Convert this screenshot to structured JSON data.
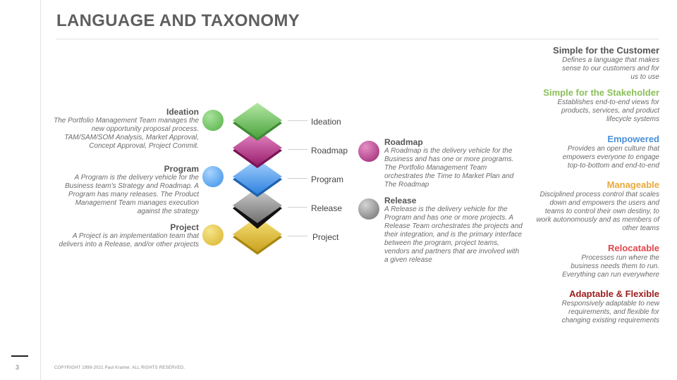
{
  "slide": {
    "title": "LANGUAGE AND TAXONOMY",
    "page_number": "3",
    "copyright": "COPYRIGHT 1999-2021 Paul Kramer.  ALL RIGHTS RESERVED."
  },
  "left_descriptions": [
    {
      "title": "Ideation",
      "body": "The Portfolio Management Team manages the new opportunity proposal process. TAM/SAM/SOM Analysis, Market Approval, Concept Approval, Project Commit.",
      "color": "#6cc15d"
    },
    {
      "title": "Program",
      "body": "A Program is the delivery vehicle for the Business team's Strategy and Roadmap. A Program has many releases. The Product Management Team manages execution against the strategy",
      "color": "#4aa3f0"
    },
    {
      "title": "Project",
      "body": "A Project is an implementation team that delivers into a Release, and/or other projects",
      "color": "#e0c040"
    }
  ],
  "layers": [
    {
      "label": "Ideation",
      "color": "#6cc36a"
    },
    {
      "label": "Roadmap",
      "color": "#c0368f"
    },
    {
      "label": "Program",
      "color": "#4a9ef0"
    },
    {
      "label": "Release",
      "color": "#8a8a8a"
    },
    {
      "label": "Project",
      "color": "#e2c23a"
    }
  ],
  "right_descriptions": [
    {
      "title": "Roadmap",
      "body": "A Roadmap is the delivery vehicle for the Business and has one or more programs. The Portfolio Management Team orchestrates the Time to Market Plan and The Roadmap",
      "color": "#b8387f"
    },
    {
      "title": "Release",
      "body": "A Release is the delivery vehicle for the Program and  has one or more projects. A Release Team orchestrates the projects and their integration, and is the primary interface between the program, project teams, vendors and partners that are involved with a given release",
      "color": "#8a8a8a"
    }
  ],
  "principles": [
    {
      "title": "Simple for the Customer",
      "body": "Defines a language that makes sense to our customers and for us to use",
      "color": "#555555"
    },
    {
      "title": "Simple for the Stakeholder",
      "body": "Establishes end-to-end views for products, services, and product lifecycle  systems",
      "color": "#8bbf5a"
    },
    {
      "title": "Empowered",
      "body": "Provides an open culture that empowers everyone to engage top-to-bottom and end-to-end",
      "color": "#4a90d9"
    },
    {
      "title": "Manageable",
      "body": "Disciplined process control that scales down and empowers the users and teams to control their own destiny, to work autonomously and as members of other teams",
      "color": "#e8a93a"
    },
    {
      "title": "Relocatable",
      "body": "Processes run where the business needs them to run. Everything can run everywhere",
      "color": "#e0474c"
    },
    {
      "title": "Adaptable & Flexible",
      "body": "Responsively adaptable to new requirements, and flexible for changing  existing requirements",
      "color": "#9b1c1c"
    }
  ]
}
